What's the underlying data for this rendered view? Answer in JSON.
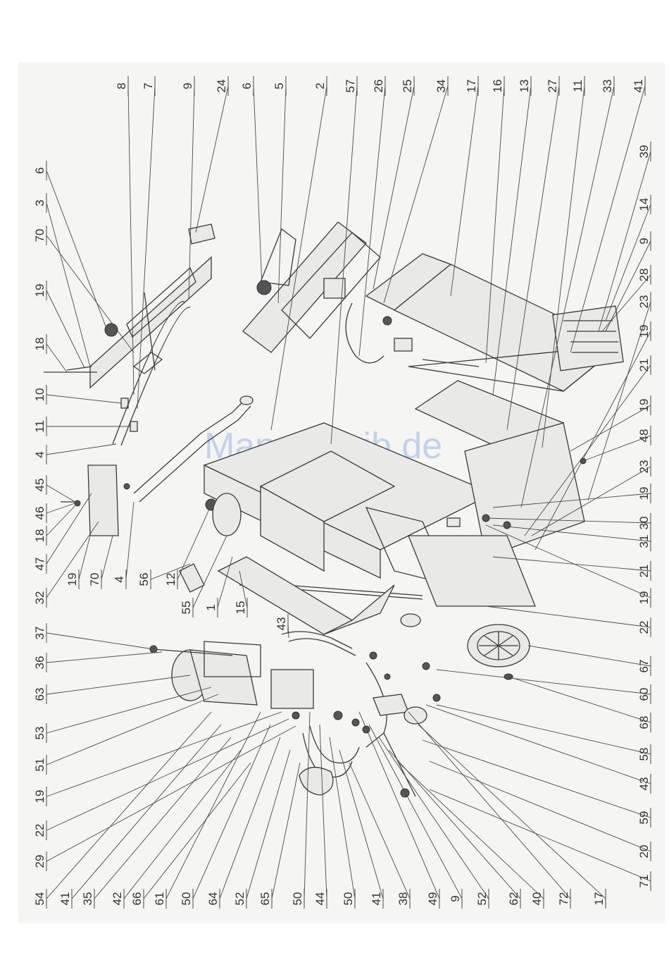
{
  "watermark": "ManualsLib.de",
  "labels": {
    "top": [
      "8",
      "7",
      "9",
      "24",
      "6",
      "5",
      "2",
      "57",
      "26",
      "25",
      "34",
      "17",
      "16",
      "13",
      "27",
      "11",
      "33",
      "41"
    ],
    "right": [
      "39",
      "14",
      "9",
      "28",
      "23",
      "19",
      "21",
      "19",
      "48",
      "23",
      "19",
      "30",
      "31",
      "21",
      "19",
      "22",
      "67",
      "60",
      "68",
      "58",
      "43",
      "59",
      "20",
      "71"
    ],
    "left": [
      "6",
      "3",
      "70",
      "19",
      "18",
      "10",
      "11",
      "4",
      "45",
      "46",
      "18",
      "47",
      "32",
      "19",
      "70",
      "4",
      "56",
      "12",
      "55",
      "1",
      "15",
      "43",
      "37",
      "36",
      "63",
      "53",
      "51",
      "19",
      "22",
      "29"
    ],
    "bottom": [
      "54",
      "41",
      "35",
      "42",
      "66",
      "61",
      "50",
      "64",
      "52",
      "65",
      "50",
      "44",
      "50",
      "41",
      "38",
      "49",
      "9",
      "52",
      "62",
      "40",
      "72",
      "17"
    ]
  }
}
